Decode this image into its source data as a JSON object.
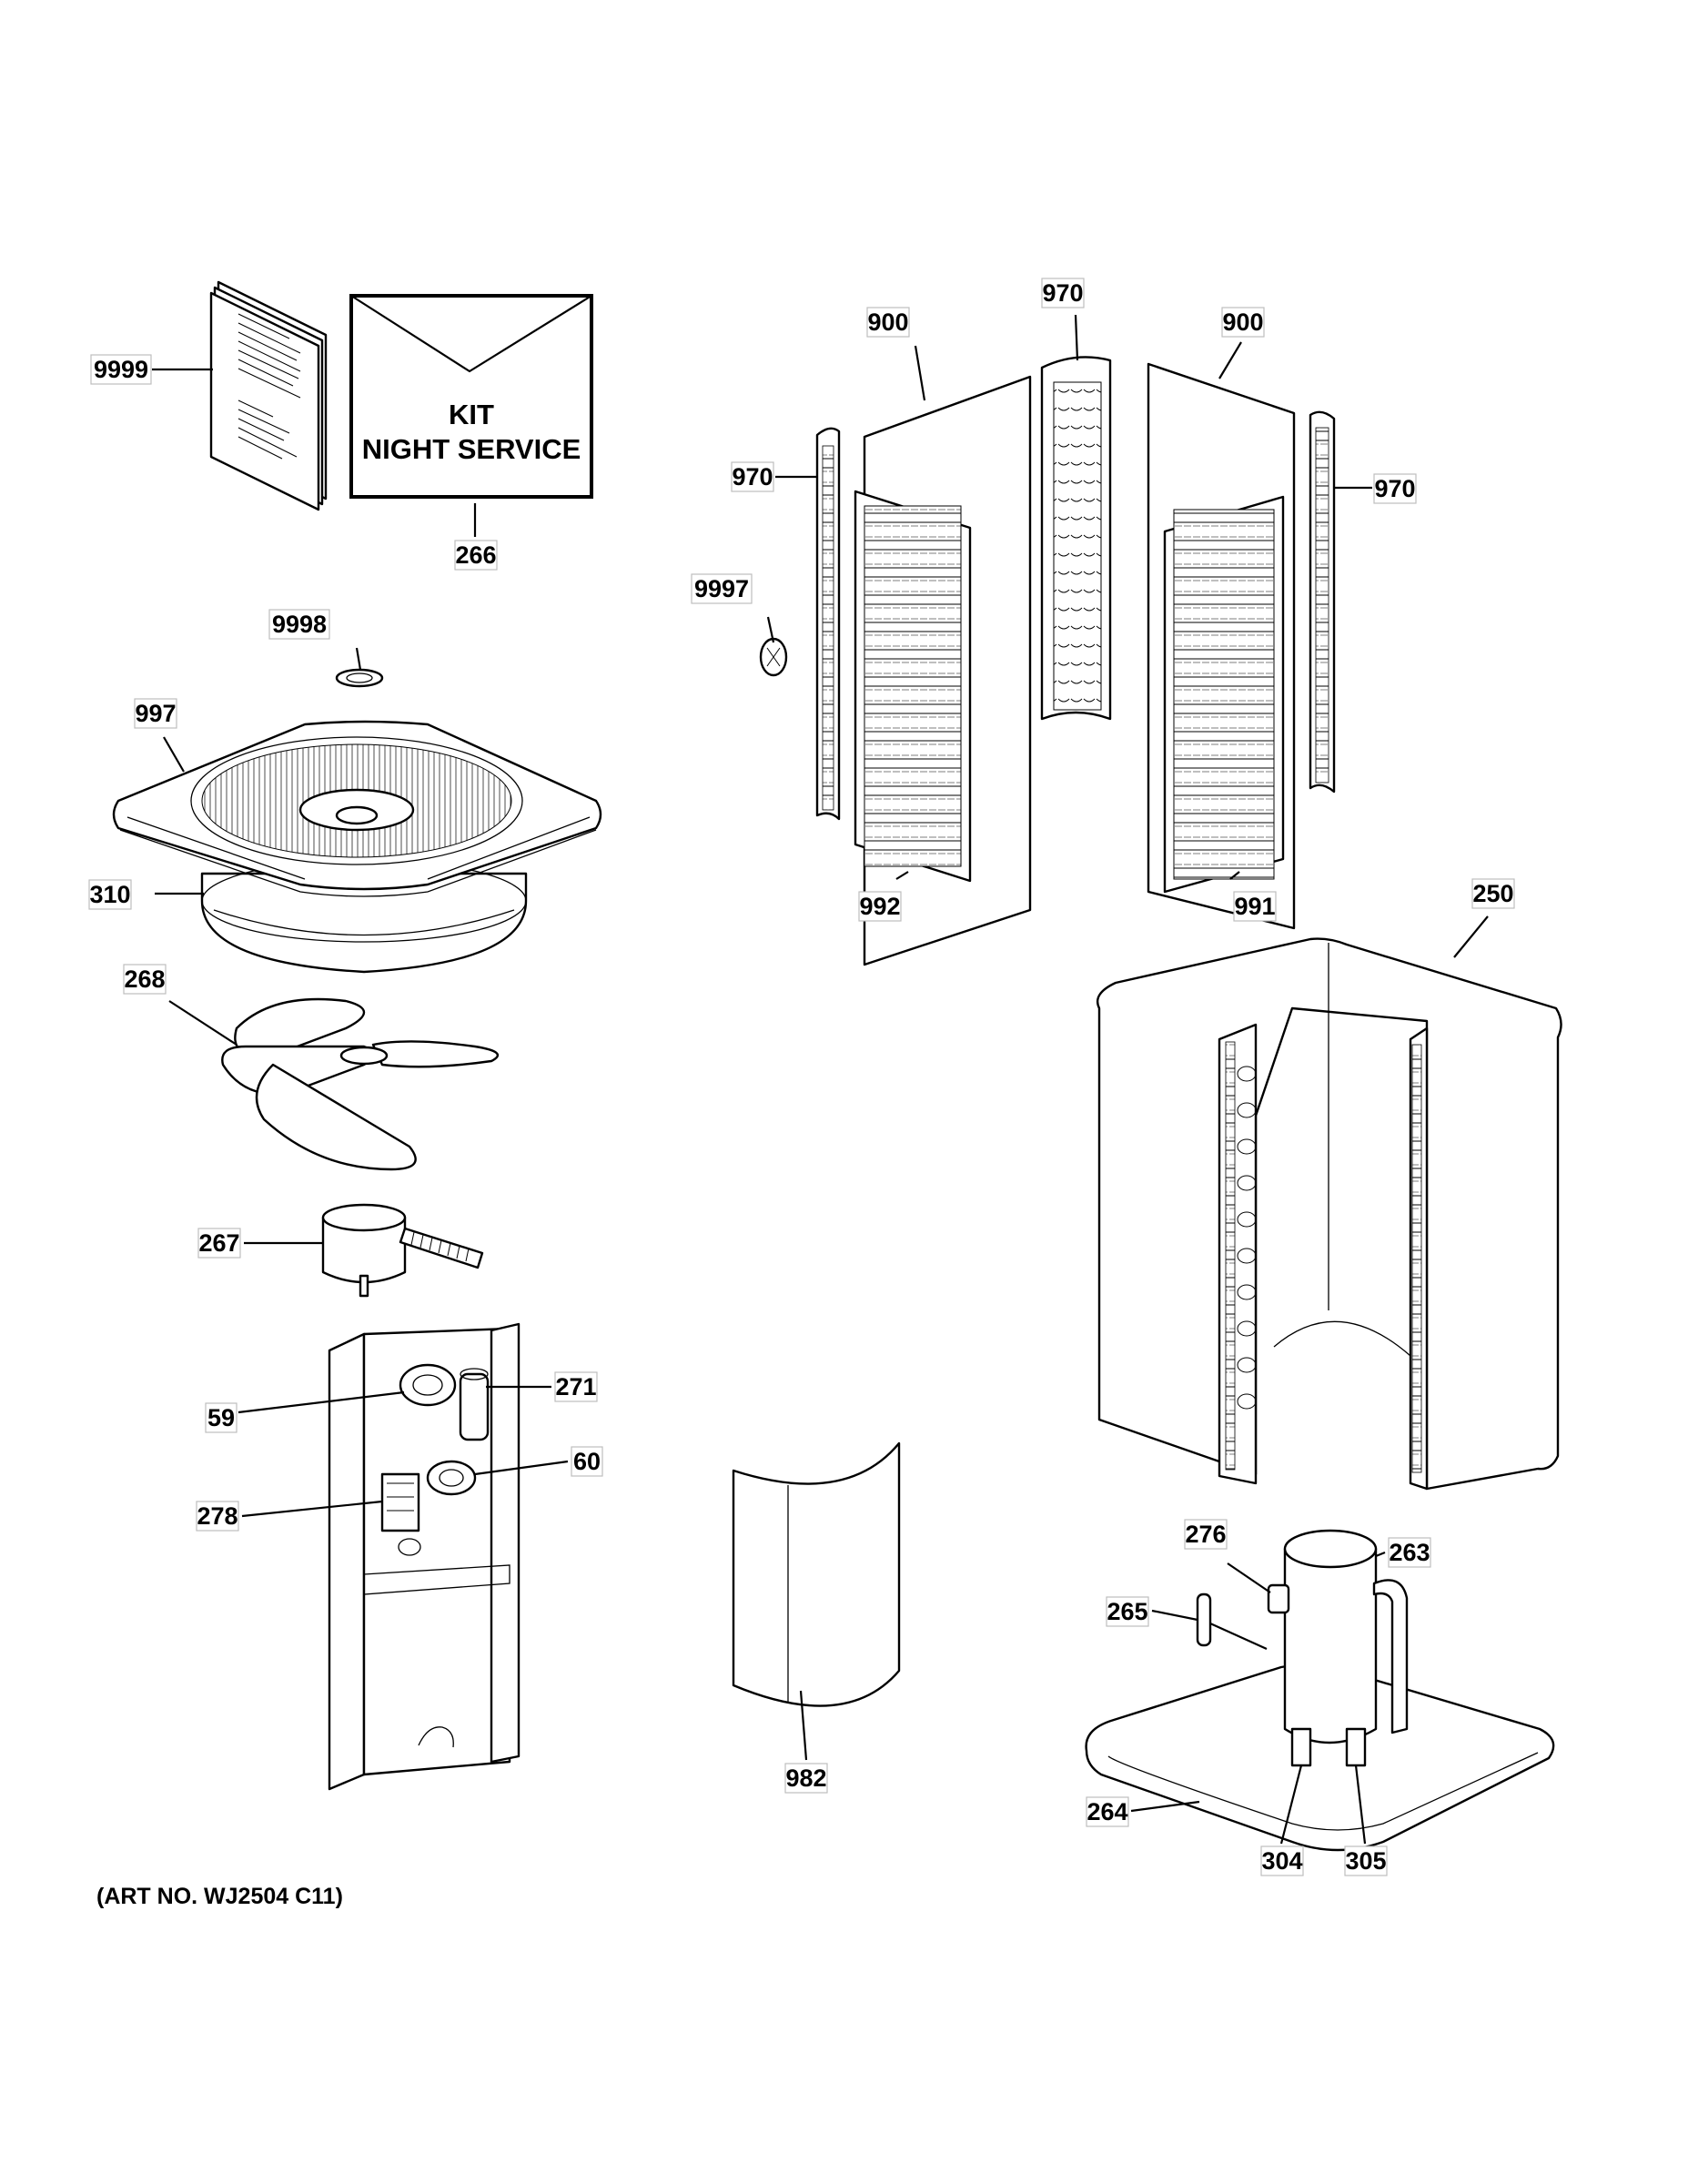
{
  "kit_box": {
    "line1": "KIT",
    "line2": "NIGHT SERVICE"
  },
  "art_number": "(ART NO. WJ2504 C11)",
  "callouts": [
    {
      "id": "9999",
      "text": "9999"
    },
    {
      "id": "266",
      "text": "266"
    },
    {
      "id": "900a",
      "text": "900"
    },
    {
      "id": "970a",
      "text": "970"
    },
    {
      "id": "900b",
      "text": "900"
    },
    {
      "id": "970b",
      "text": "970"
    },
    {
      "id": "970c",
      "text": "970"
    },
    {
      "id": "9997",
      "text": "9997"
    },
    {
      "id": "992",
      "text": "992"
    },
    {
      "id": "991",
      "text": "991"
    },
    {
      "id": "9998",
      "text": "9998"
    },
    {
      "id": "997",
      "text": "997"
    },
    {
      "id": "310",
      "text": "310"
    },
    {
      "id": "268",
      "text": "268"
    },
    {
      "id": "250",
      "text": "250"
    },
    {
      "id": "267",
      "text": "267"
    },
    {
      "id": "59",
      "text": "59"
    },
    {
      "id": "271",
      "text": "271"
    },
    {
      "id": "60",
      "text": "60"
    },
    {
      "id": "278",
      "text": "278"
    },
    {
      "id": "276",
      "text": "276"
    },
    {
      "id": "263",
      "text": "263"
    },
    {
      "id": "265",
      "text": "265"
    },
    {
      "id": "982",
      "text": "982"
    },
    {
      "id": "264",
      "text": "264"
    },
    {
      "id": "304",
      "text": "304"
    },
    {
      "id": "305",
      "text": "305"
    }
  ]
}
